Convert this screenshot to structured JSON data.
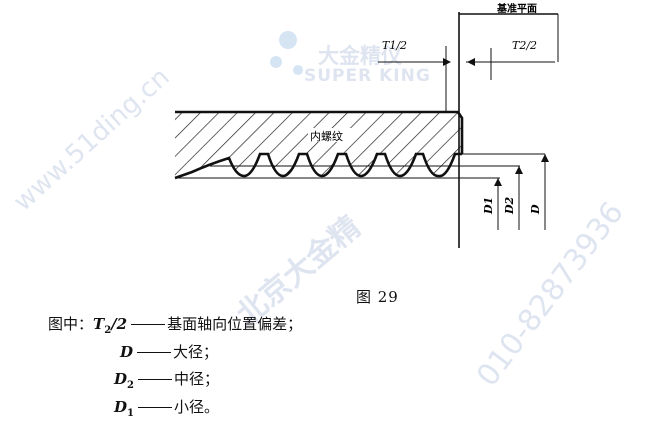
{
  "figure": {
    "reference_plane_label": "基准平面",
    "half_tolerance_left": "T1/2",
    "half_tolerance_right": "T2/2",
    "internal_thread_label": "内螺纹",
    "dim_d1": "D1",
    "dim_d2": "D2",
    "dim_d": "D",
    "caption": "图 29"
  },
  "legend": {
    "prefix": "图中：",
    "items": [
      {
        "symbol": "T",
        "sub": "2",
        "suffix": "/2",
        "text": "基面轴向位置偏差；"
      },
      {
        "symbol": "D",
        "sub": "",
        "suffix": "",
        "text": "大径；"
      },
      {
        "symbol": "D",
        "sub": "2",
        "suffix": "",
        "text": "中径；"
      },
      {
        "symbol": "D",
        "sub": "1",
        "suffix": "",
        "text": "小径。"
      }
    ]
  },
  "watermark": {
    "site": "www.51ding.cn",
    "brand_cn": "大金精仪",
    "brand_en": "SUPER KING",
    "company_cn": "北京大金精",
    "phone": "010-82873936"
  },
  "colors": {
    "ink": "#111111",
    "watermark": "#8ca0c8"
  }
}
